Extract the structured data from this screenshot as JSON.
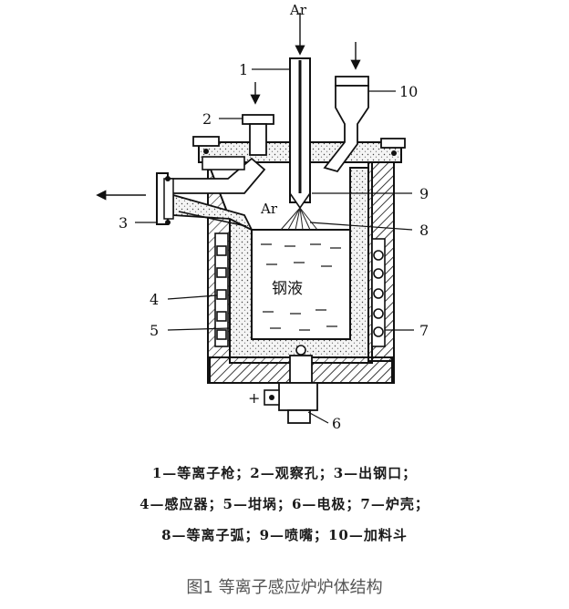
{
  "labels": {
    "ar_top": "Ar",
    "ar_inner": "Ar",
    "n1": "1",
    "n2": "2",
    "n3": "3",
    "n4": "4",
    "n5": "5",
    "n6": "6",
    "n7": "7",
    "n8": "8",
    "n9": "9",
    "n10": "10",
    "molten": "钢液",
    "plus": "+"
  },
  "legend": {
    "line1": "1—等离子枪；2—观察孔；3—出钢口；",
    "line2": "4—感应器；5—坩埚；6—电极；7—炉壳；",
    "line3": "8—等离子弧；9—喷嘴；10—加料斗"
  },
  "caption": "图1 等离子感应炉炉体结构"
}
